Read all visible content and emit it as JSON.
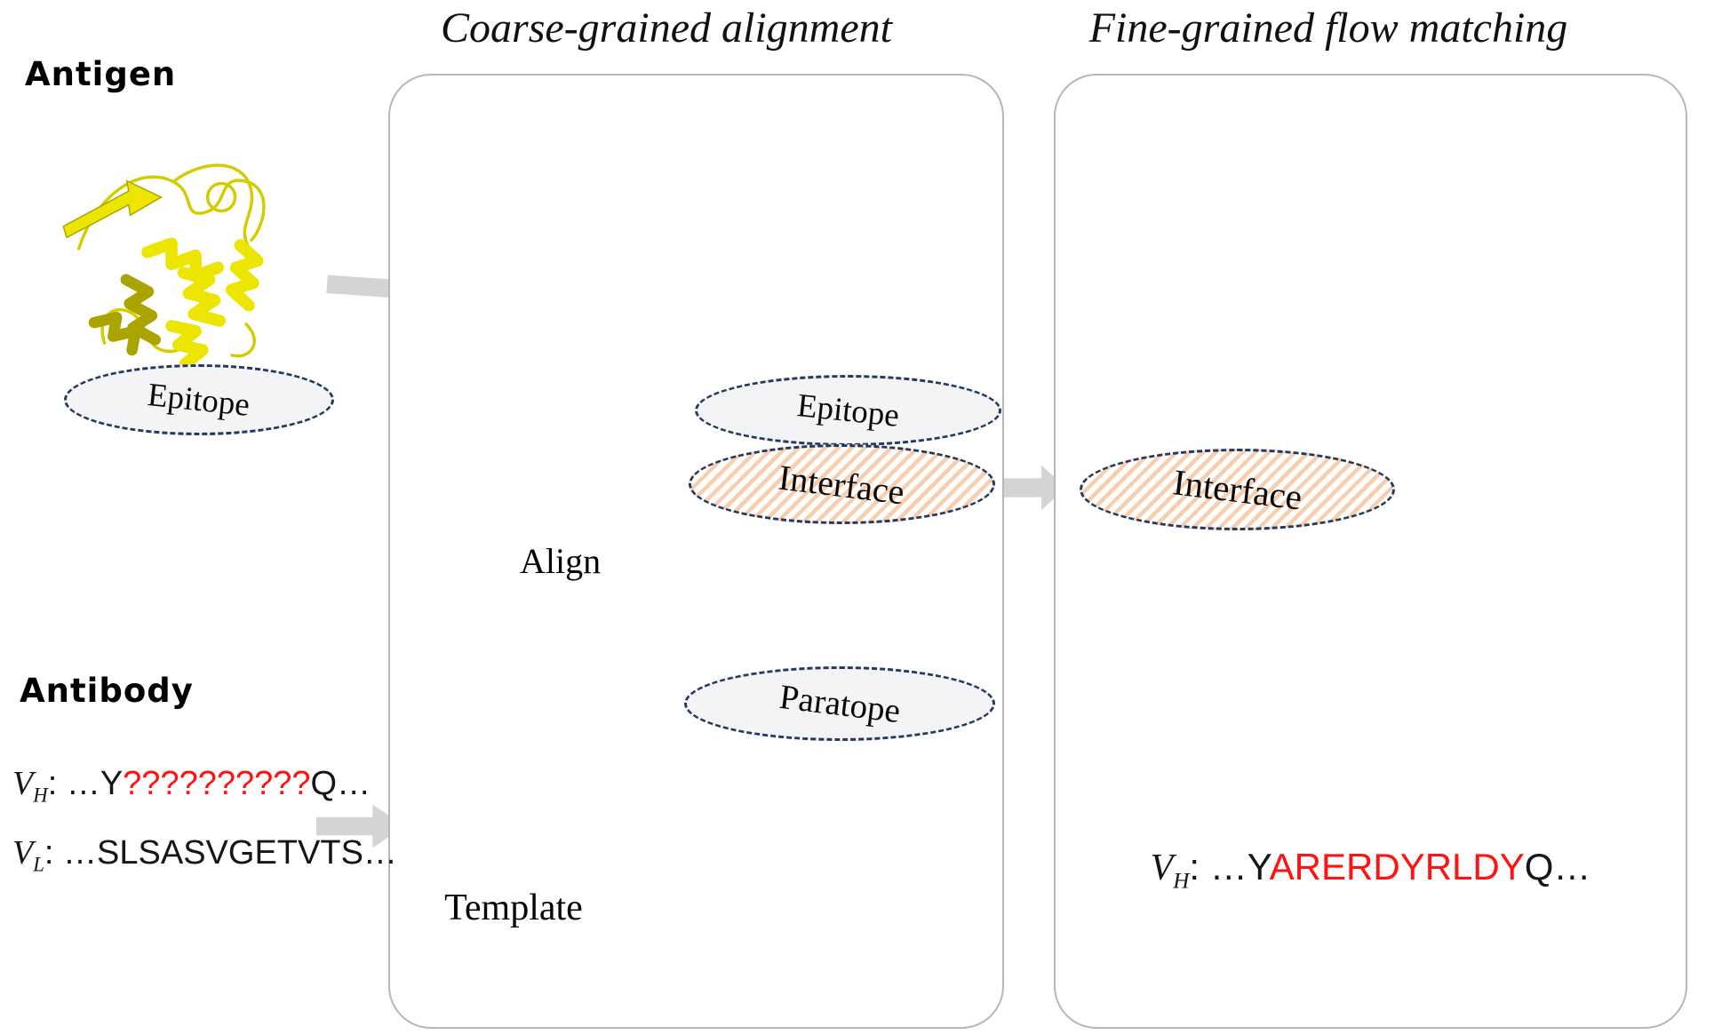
{
  "panels": {
    "coarse": {
      "title": "Coarse-grained alignment"
    },
    "fine": {
      "title": "Fine-grained flow matching"
    }
  },
  "labels": {
    "antigen": "Antigen",
    "antibody": "Antibody",
    "epitope_left": "Epitope",
    "epitope_middle": "Epitope",
    "interface_middle": "Interface",
    "interface_right": "Interface",
    "paratope": "Paratope",
    "align": "Align",
    "template": "Template"
  },
  "sequences": {
    "vh_masked": {
      "chain": "V",
      "subscript": "H",
      "separator": ": ",
      "prefix": "…Y",
      "masked": "??????????",
      "suffix": "Q…"
    },
    "vl": {
      "chain": "V",
      "subscript": "L",
      "separator": ": ",
      "prefix": "…",
      "sequence": "SLSASVGETVTS…"
    },
    "vh_designed": {
      "chain": "V",
      "subscript": "H",
      "separator": ": ",
      "prefix": "…Y",
      "cdr": "ARERDYRLDY",
      "suffix": "Q…"
    }
  },
  "colors": {
    "antigen_yellow": "#ebe500",
    "generated_antigen_magenta": "#dd18dd",
    "antibody_heavy_cyan": "#00e2e2",
    "antibody_light_green": "#2cd92c",
    "masked_red": "#ff1212",
    "interface_hatch_peach": "#f8cfae",
    "ellipse_border_navy": "#24395e",
    "flow_arrow_gray": "#d4d4d4",
    "align_arrow_peach": "#f5c49e"
  }
}
